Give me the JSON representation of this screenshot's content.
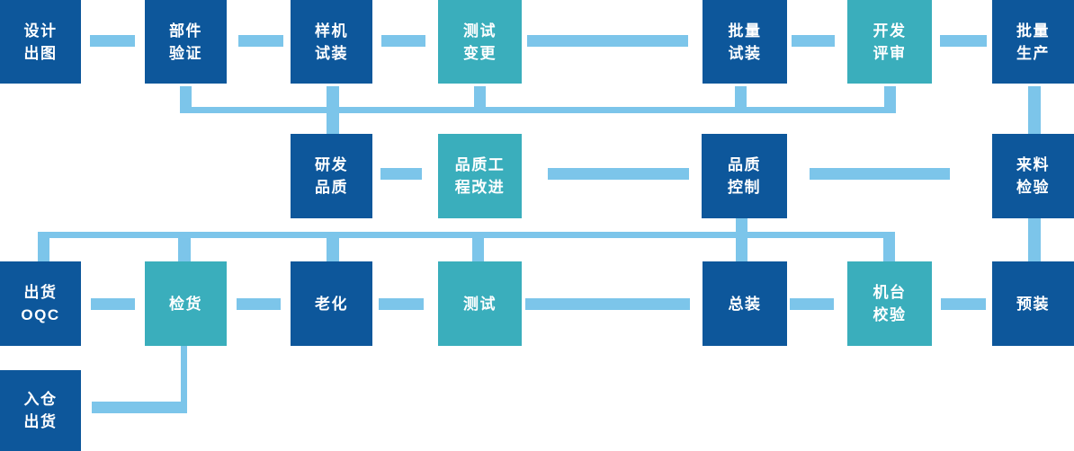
{
  "diagram": {
    "name": "production-quality-process-flow",
    "colors": {
      "node_dark": "#0D579B",
      "node_teal": "#3AAEBC",
      "connector": "#7CC5EA",
      "text": "#FFFFFF"
    },
    "nodes": [
      {
        "id": "design-drawing",
        "lines": [
          "设计",
          "出图"
        ]
      },
      {
        "id": "component-verification",
        "lines": [
          "部件",
          "验证"
        ]
      },
      {
        "id": "prototype-trial-assembly",
        "lines": [
          "样机",
          "试装"
        ]
      },
      {
        "id": "test-change",
        "lines": [
          "测试",
          "变更"
        ]
      },
      {
        "id": "batch-trial-assembly",
        "lines": [
          "批量",
          "试装"
        ]
      },
      {
        "id": "development-review",
        "lines": [
          "开发",
          "评审"
        ]
      },
      {
        "id": "mass-production",
        "lines": [
          "批量",
          "生产"
        ]
      },
      {
        "id": "rd-quality",
        "lines": [
          "研发",
          "品质"
        ]
      },
      {
        "id": "quality-engineering-improvement",
        "lines": [
          "品质工",
          "程改进"
        ]
      },
      {
        "id": "quality-control",
        "lines": [
          "品质",
          "控制"
        ]
      },
      {
        "id": "incoming-material-inspection",
        "lines": [
          "来料",
          "检验"
        ]
      },
      {
        "id": "shipping-oqc",
        "lines": [
          "出货",
          "OQC"
        ]
      },
      {
        "id": "goods-inspection",
        "lines": [
          "检货"
        ]
      },
      {
        "id": "aging",
        "lines": [
          "老化"
        ]
      },
      {
        "id": "testing",
        "lines": [
          "测试"
        ]
      },
      {
        "id": "final-assembly",
        "lines": [
          "总装"
        ]
      },
      {
        "id": "machine-calibration",
        "lines": [
          "机台",
          "校验"
        ]
      },
      {
        "id": "pre-assembly",
        "lines": [
          "预装"
        ]
      },
      {
        "id": "warehouse-shipping",
        "lines": [
          "入仓",
          "出货"
        ]
      }
    ]
  }
}
